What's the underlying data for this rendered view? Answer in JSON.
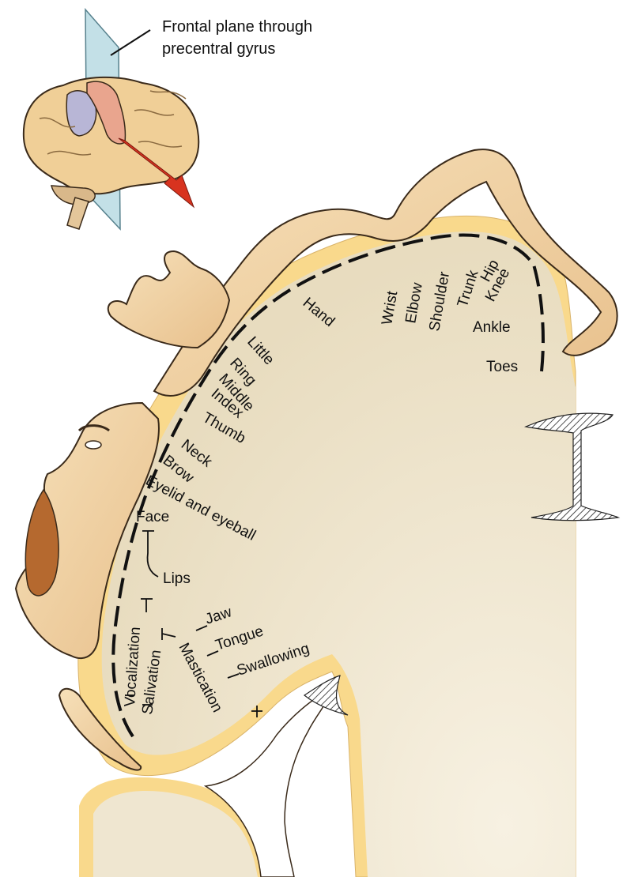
{
  "caption": {
    "line1": "Frontal plane through",
    "line2": "precentral gyrus"
  },
  "labels": {
    "toes": "Toes",
    "ankle": "Ankle",
    "knee": "Knee",
    "hip": "Hip",
    "trunk": "Trunk",
    "shoulder": "Shoulder",
    "elbow": "Elbow",
    "wrist": "Wrist",
    "hand": "Hand",
    "little": "Little",
    "ring": "Ring",
    "middle": "Middle",
    "index": "Index",
    "thumb": "Thumb",
    "neck": "Neck",
    "brow": "Brow",
    "eyelid": "Eyelid and eyeball",
    "face": "Face",
    "lips": "Lips",
    "jaw": "Jaw",
    "tongue": "Tongue",
    "swallowing": "Swallowing",
    "mastication": "Mastication",
    "salivation": "Salivation",
    "vocalization": "Vocalization"
  },
  "colors": {
    "cortex_fill": "#efe6d0",
    "cortex_rim": "#f9d98c",
    "skin": "#f3d7ab",
    "skin_outline": "#3a2a1a",
    "plane": "#b9dbe3",
    "gyrus": "#e9a58e",
    "arrow": "#d8331f"
  }
}
